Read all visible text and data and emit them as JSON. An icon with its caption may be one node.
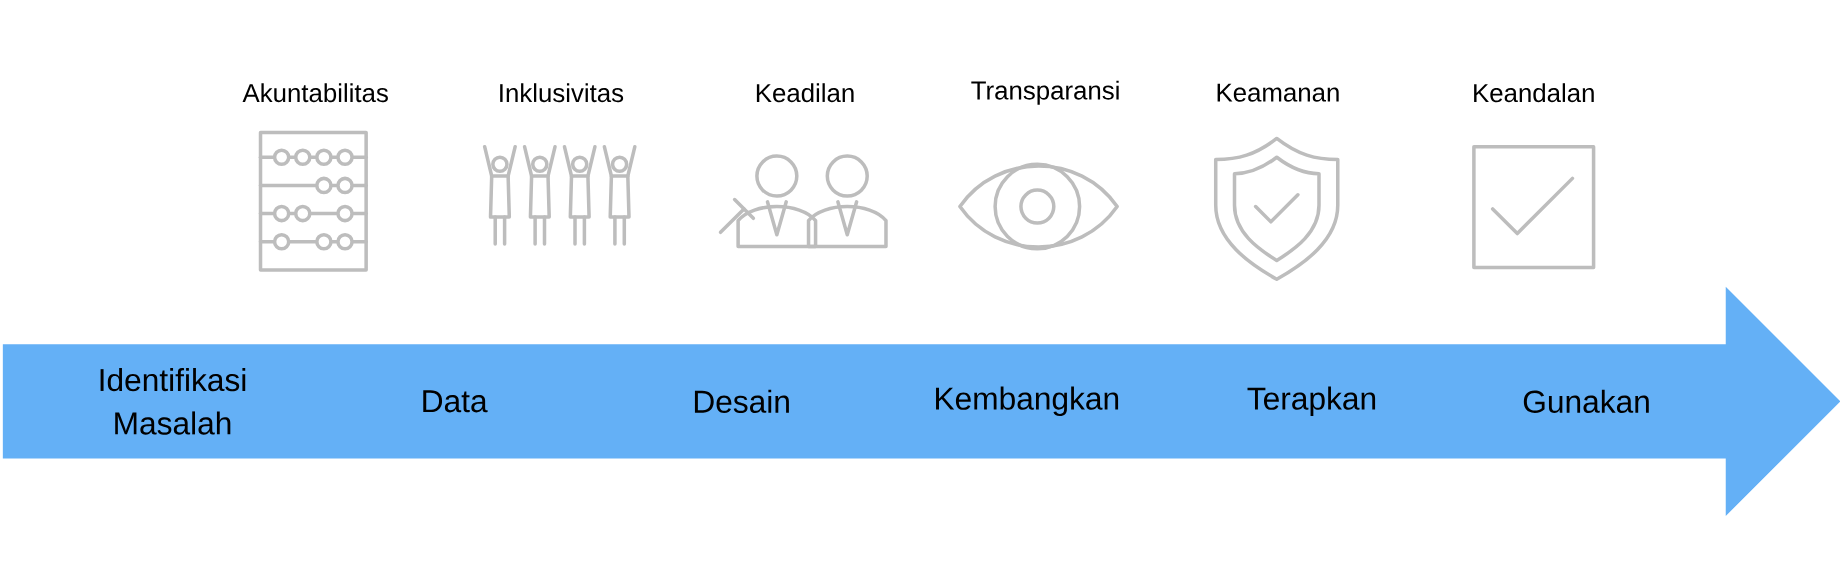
{
  "diagram": {
    "nodes": [
      {
        "text": [
          "Akuntabilitas"
        ]
      },
      {
        "text": [
          "Inklusivitas"
        ]
      },
      {
        "text": [
          "Keadilan"
        ]
      },
      {
        "text": [
          "Transparansi"
        ]
      },
      {
        "text": [
          "Keamanan"
        ]
      },
      {
        "text": [
          "Keandalan"
        ]
      },
      {
        "text": [
          "Identifikasi Masalah",
          "Data",
          "Desain",
          "Kembangkan",
          "Terapkan",
          "Gunakan"
        ]
      }
    ]
  }
}
